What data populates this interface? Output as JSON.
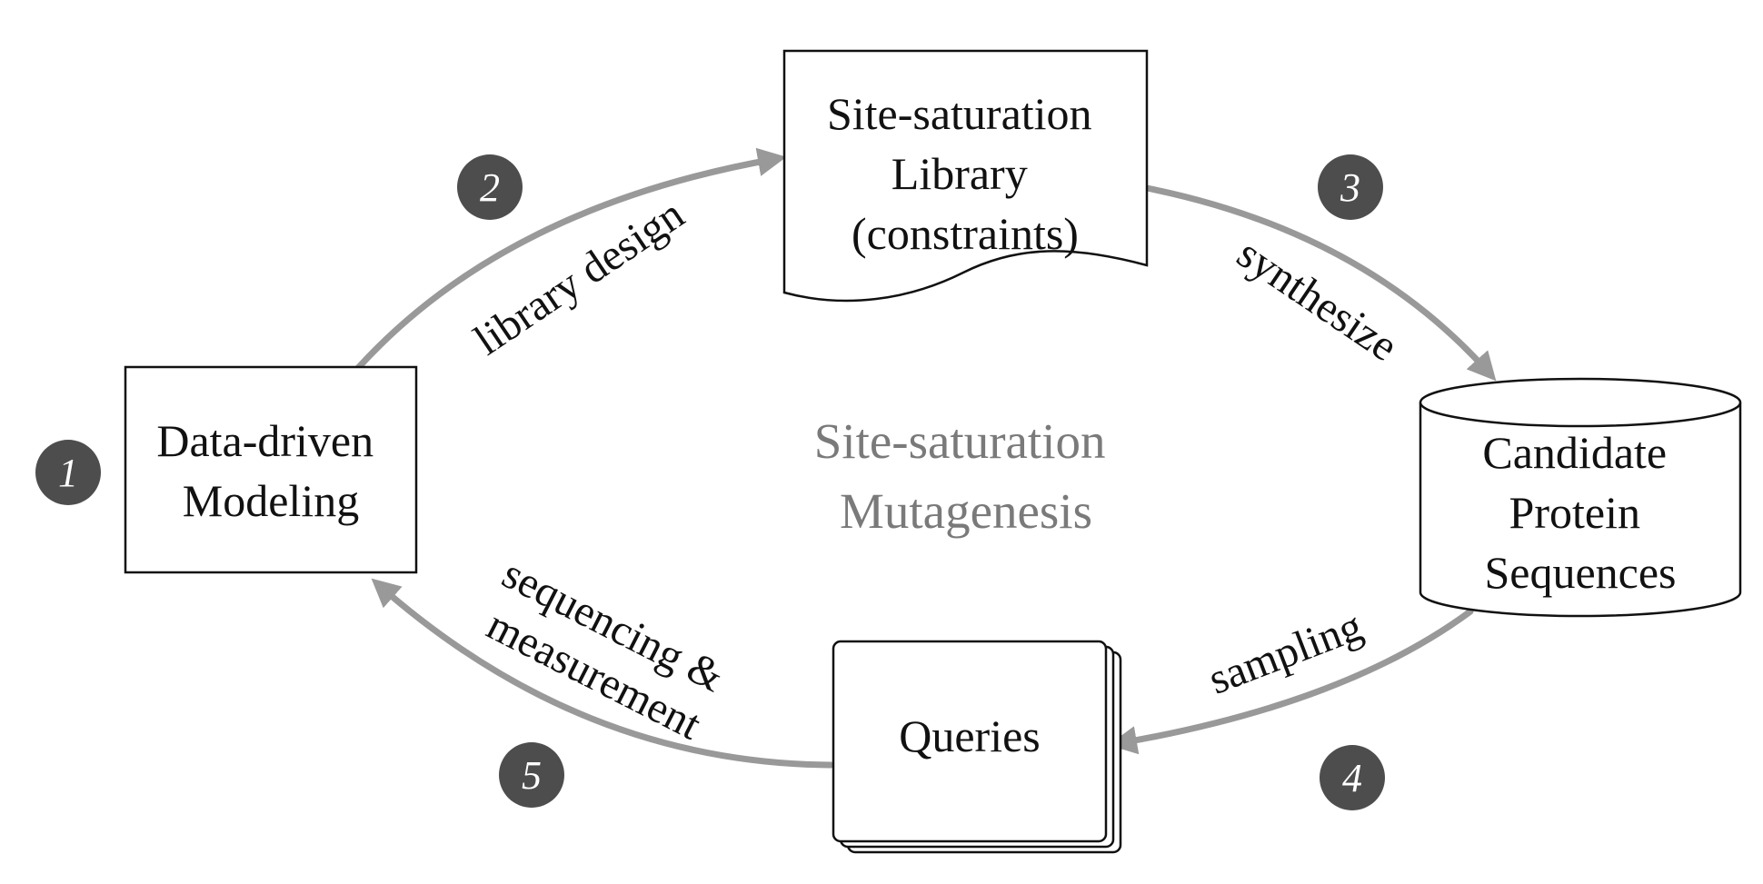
{
  "colors": {
    "arrow": "#999999",
    "badge": "#4d4d4d",
    "center_text": "#7a7a7a",
    "text": "#111111"
  },
  "nodes": {
    "modeling": {
      "lines": [
        "Data-driven",
        "Modeling"
      ]
    },
    "library": {
      "lines": [
        "Site-saturation",
        "Library",
        "(constraints)"
      ]
    },
    "candidates": {
      "lines": [
        "Candidate",
        "Protein",
        "Sequences"
      ]
    },
    "queries": {
      "lines": [
        "Queries"
      ]
    }
  },
  "center_label": {
    "lines": [
      "Site-saturation",
      "Mutagenesis"
    ]
  },
  "edges": {
    "library_design": {
      "label": "library design"
    },
    "synthesize": {
      "label": "synthesize"
    },
    "sampling": {
      "label": "sampling"
    },
    "sequencing": {
      "label_lines": [
        "sequencing &",
        "measurement"
      ]
    }
  },
  "steps": [
    "1",
    "2",
    "3",
    "4",
    "5"
  ]
}
